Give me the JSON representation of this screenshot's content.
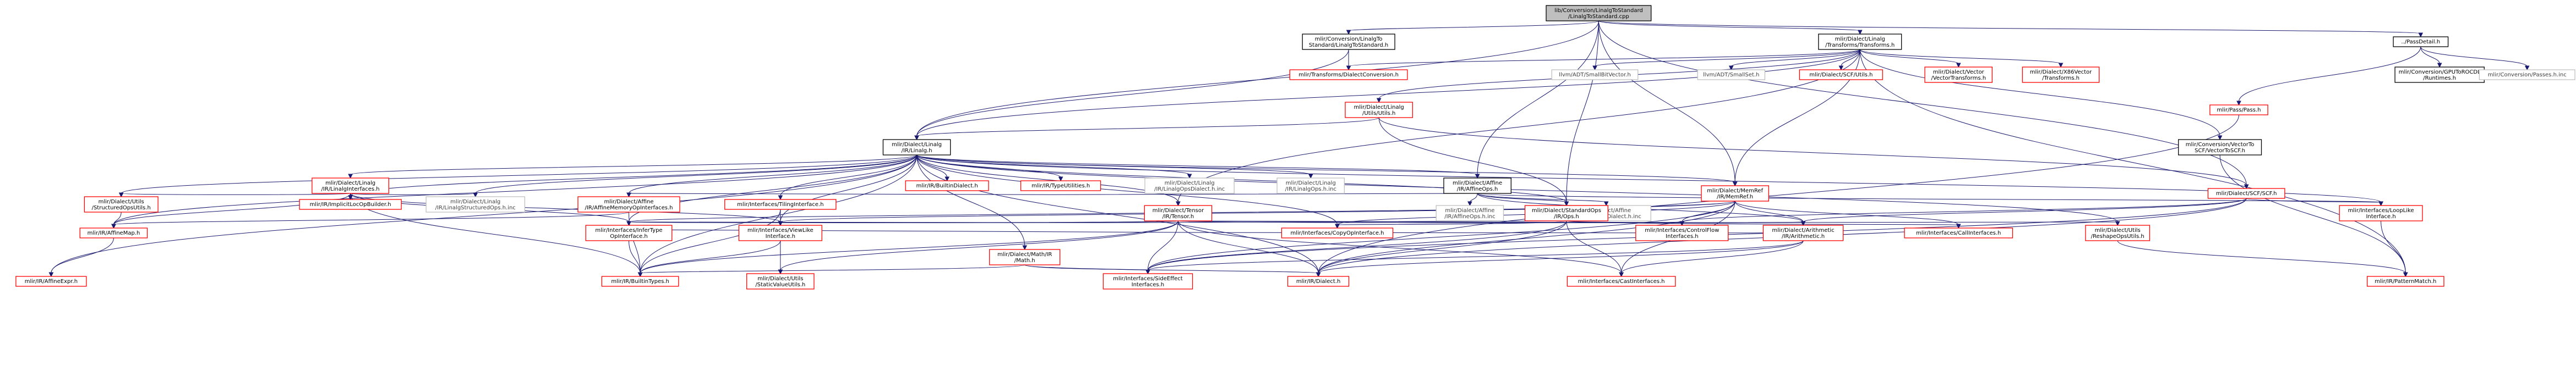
{
  "colors": {
    "root_fill": "#bfbfbf",
    "node_fill": "#ffffff",
    "documented_border": "#000000",
    "undocumented_border": "#ff0000",
    "system_border": "#bfbfbf",
    "documented_text": "#000000",
    "system_text": "#404040",
    "edge": "#191970"
  },
  "nodes": [
    {
      "id": "root",
      "kind": "root",
      "lines": [
        "lib/Conversion/LinalgToStandard",
        "/LinalgToStandard.cpp"
      ]
    },
    {
      "id": "conv_h",
      "kind": "documented",
      "lines": [
        "mlir/Conversion/LinalgTo",
        "Standard/LinalgToStandard.h"
      ]
    },
    {
      "id": "transforms_h",
      "kind": "documented",
      "lines": [
        "mlir/Dialect/Linalg",
        "/Transforms/Transforms.h"
      ]
    },
    {
      "id": "passdetail",
      "kind": "documented",
      "lines": [
        "../PassDetail.h"
      ]
    },
    {
      "id": "dialectconv",
      "kind": "undocumented",
      "lines": [
        "mlir/Transforms/DialectConversion.h"
      ]
    },
    {
      "id": "smallbit",
      "kind": "system",
      "lines": [
        "llvm/ADT/SmallBitVector.h"
      ]
    },
    {
      "id": "smallset",
      "kind": "system",
      "lines": [
        "llvm/ADT/SmallSet.h"
      ]
    },
    {
      "id": "scfutils",
      "kind": "undocumented",
      "lines": [
        "mlir/Dialect/SCF/Utils.h"
      ]
    },
    {
      "id": "vectortransforms",
      "kind": "undocumented",
      "lines": [
        "mlir/Dialect/Vector",
        "/VectorTransforms.h"
      ]
    },
    {
      "id": "x86vector",
      "kind": "undocumented",
      "lines": [
        "mlir/Dialect/X86Vector",
        "/Transforms.h"
      ]
    },
    {
      "id": "gpu_rocdl",
      "kind": "documented",
      "lines": [
        "mlir/Conversion/GPUToROCDL",
        "/Runtimes.h"
      ]
    },
    {
      "id": "convpasses",
      "kind": "system",
      "lines": [
        "mlir/Conversion/Passes.h.inc"
      ]
    },
    {
      "id": "linalgutils",
      "kind": "undocumented",
      "lines": [
        "mlir/Dialect/Linalg",
        "/Utils/Utils.h"
      ]
    },
    {
      "id": "linalg_h",
      "kind": "documented",
      "lines": [
        "mlir/Dialect/Linalg",
        "/IR/Linalg.h"
      ]
    },
    {
      "id": "vectortoscf",
      "kind": "documented",
      "lines": [
        "mlir/Conversion/VectorTo",
        "SCF/VectorToSCF.h"
      ]
    },
    {
      "id": "pass_h",
      "kind": "undocumented",
      "lines": [
        "mlir/Pass/Pass.h"
      ]
    },
    {
      "id": "linalginterfaces",
      "kind": "undocumented",
      "lines": [
        "mlir/Dialect/Linalg",
        "/IR/LinalgInterfaces.h"
      ]
    },
    {
      "id": "builtindialect",
      "kind": "undocumented",
      "lines": [
        "mlir/IR/BuiltinDialect.h"
      ]
    },
    {
      "id": "typeutilities",
      "kind": "undocumented",
      "lines": [
        "mlir/IR/TypeUtilities.h"
      ]
    },
    {
      "id": "linalgopsdialect",
      "kind": "system",
      "lines": [
        "mlir/Dialect/Linalg",
        "/IR/LinalgOpsDialect.h.inc"
      ]
    },
    {
      "id": "linalgops_inc",
      "kind": "system",
      "lines": [
        "mlir/Dialect/Linalg",
        "/IR/LinalgOps.h.inc"
      ]
    },
    {
      "id": "affineops",
      "kind": "documented",
      "lines": [
        "mlir/Dialect/Affine",
        "/IR/AffineOps.h"
      ]
    },
    {
      "id": "memref",
      "kind": "undocumented",
      "lines": [
        "mlir/Dialect/MemRef",
        "/IR/MemRef.h"
      ]
    },
    {
      "id": "scf_h",
      "kind": "undocumented",
      "lines": [
        "mlir/Dialect/SCF/SCF.h"
      ]
    },
    {
      "id": "structuredopsutils",
      "kind": "undocumented",
      "lines": [
        "mlir/Dialect/Utils",
        "/StructuredOpsUtils.h"
      ]
    },
    {
      "id": "implicitloc",
      "kind": "undocumented",
      "lines": [
        "mlir/IR/ImplicitLocOpBuilder.h"
      ]
    },
    {
      "id": "linalgstructured",
      "kind": "system",
      "lines": [
        "mlir/Dialect/Linalg",
        "/IR/LinalgStructuredOps.h.inc"
      ]
    },
    {
      "id": "affinememory",
      "kind": "undocumented",
      "lines": [
        "mlir/Dialect/Affine",
        "/IR/AffineMemoryOpInterfaces.h"
      ]
    },
    {
      "id": "tilinginterface",
      "kind": "undocumented",
      "lines": [
        "mlir/Interfaces/TilingInterface.h"
      ]
    },
    {
      "id": "tensor",
      "kind": "undocumented",
      "lines": [
        "mlir/Dialect/Tensor",
        "/IR/Tensor.h"
      ]
    },
    {
      "id": "affineops_inc",
      "kind": "system",
      "lines": [
        "mlir/Dialect/Affine",
        "/IR/AffineOps.h.inc"
      ]
    },
    {
      "id": "affineopsdialect",
      "kind": "system",
      "lines": [
        "mlir/Dialect/Affine",
        "/IR/AffineOpsDialect.h.inc"
      ]
    },
    {
      "id": "standardops",
      "kind": "undocumented",
      "lines": [
        "mlir/Dialect/StandardOps",
        "/IR/Ops.h"
      ]
    },
    {
      "id": "loopinterface",
      "kind": "undocumented",
      "lines": [
        "mlir/Interfaces/LoopLike",
        "Interface.h"
      ]
    },
    {
      "id": "affinemap",
      "kind": "undocumented",
      "lines": [
        "mlir/IR/AffineMap.h"
      ]
    },
    {
      "id": "infertype",
      "kind": "undocumented",
      "lines": [
        "mlir/Interfaces/InferType",
        "OpInterface.h"
      ]
    },
    {
      "id": "viewlike",
      "kind": "undocumented",
      "lines": [
        "mlir/Interfaces/ViewLike",
        "Interface.h"
      ]
    },
    {
      "id": "copyop",
      "kind": "undocumented",
      "lines": [
        "mlir/Interfaces/CopyOpInterface.h"
      ]
    },
    {
      "id": "controlflow",
      "kind": "undocumented",
      "lines": [
        "mlir/Interfaces/ControlFlow",
        "Interfaces.h"
      ]
    },
    {
      "id": "arithmetic",
      "kind": "undocumented",
      "lines": [
        "mlir/Dialect/Arithmetic",
        "/IR/Arithmetic.h"
      ]
    },
    {
      "id": "callinterfaces",
      "kind": "undocumented",
      "lines": [
        "mlir/Interfaces/CallInterfaces.h"
      ]
    },
    {
      "id": "reshapeops",
      "kind": "undocumented",
      "lines": [
        "mlir/Dialect/Utils",
        "/ReshapeOpsUtils.h"
      ]
    },
    {
      "id": "math",
      "kind": "undocumented",
      "lines": [
        "mlir/Dialect/Math/IR",
        "/Math.h"
      ]
    },
    {
      "id": "affineexpr",
      "kind": "undocumented",
      "lines": [
        "mlir/IR/AffineExpr.h"
      ]
    },
    {
      "id": "builtintypes",
      "kind": "undocumented",
      "lines": [
        "mlir/IR/BuiltinTypes.h"
      ]
    },
    {
      "id": "staticvalue",
      "kind": "undocumented",
      "lines": [
        "mlir/Dialect/Utils",
        "/StaticValueUtils.h"
      ]
    },
    {
      "id": "sideeffect",
      "kind": "undocumented",
      "lines": [
        "mlir/Interfaces/SideEffect",
        "Interfaces.h"
      ]
    },
    {
      "id": "dialect_h",
      "kind": "undocumented",
      "lines": [
        "mlir/IR/Dialect.h"
      ]
    },
    {
      "id": "castinterfaces",
      "kind": "undocumented",
      "lines": [
        "mlir/Interfaces/CastInterfaces.h"
      ]
    },
    {
      "id": "patternmatch",
      "kind": "undocumented",
      "lines": [
        "mlir/IR/PatternMatch.h"
      ]
    }
  ],
  "edges": [
    [
      "root",
      "conv_h"
    ],
    [
      "root",
      "transforms_h"
    ],
    [
      "root",
      "passdetail"
    ],
    [
      "root",
      "linalg_h"
    ],
    [
      "root",
      "affineops"
    ],
    [
      "root",
      "memref"
    ],
    [
      "root",
      "scf_h"
    ],
    [
      "root",
      "standardops"
    ],
    [
      "conv_h",
      "dialectconv"
    ],
    [
      "conv_h",
      "linalg_h"
    ],
    [
      "transforms_h",
      "dialectconv"
    ],
    [
      "transforms_h",
      "smallbit"
    ],
    [
      "transforms_h",
      "smallset"
    ],
    [
      "transforms_h",
      "scfutils"
    ],
    [
      "transforms_h",
      "vectortransforms"
    ],
    [
      "transforms_h",
      "x86vector"
    ],
    [
      "transforms_h",
      "linalgutils"
    ],
    [
      "transforms_h",
      "vectortoscf"
    ],
    [
      "transforms_h",
      "memref"
    ],
    [
      "transforms_h",
      "patternmatch"
    ],
    [
      "transforms_h",
      "tensor"
    ],
    [
      "transforms_h",
      "linalg_h"
    ],
    [
      "passdetail",
      "gpu_rocdl"
    ],
    [
      "passdetail",
      "convpasses"
    ],
    [
      "passdetail",
      "pass_h"
    ],
    [
      "linalgutils",
      "linalg_h"
    ],
    [
      "linalgutils",
      "scf_h"
    ],
    [
      "linalgutils",
      "standardops"
    ],
    [
      "vectortoscf",
      "patternmatch"
    ],
    [
      "pass_h",
      "dialect_h"
    ],
    [
      "linalg_h",
      "linalginterfaces"
    ],
    [
      "linalg_h",
      "builtindialect"
    ],
    [
      "linalg_h",
      "typeutilities"
    ],
    [
      "linalg_h",
      "linalgopsdialect"
    ],
    [
      "linalg_h",
      "linalgops_inc"
    ],
    [
      "linalg_h",
      "affineops"
    ],
    [
      "linalg_h",
      "structuredopsutils"
    ],
    [
      "linalg_h",
      "implicitloc"
    ],
    [
      "linalg_h",
      "linalgstructured"
    ],
    [
      "linalg_h",
      "affinememory"
    ],
    [
      "linalg_h",
      "tilinginterface"
    ],
    [
      "linalg_h",
      "tensor"
    ],
    [
      "linalg_h",
      "affinemap"
    ],
    [
      "linalg_h",
      "infertype"
    ],
    [
      "linalg_h",
      "viewlike"
    ],
    [
      "linalg_h",
      "math"
    ],
    [
      "linalg_h",
      "builtintypes"
    ],
    [
      "linalg_h",
      "affineexpr"
    ],
    [
      "linalg_h",
      "dialect_h"
    ],
    [
      "linalg_h",
      "copyop"
    ],
    [
      "linalg_h",
      "standardops"
    ],
    [
      "linalg_h",
      "memref"
    ],
    [
      "linalg_h",
      "reshapeops"
    ],
    [
      "linalg_h",
      "loopinterface"
    ],
    [
      "linalginterfaces",
      "structuredopsutils"
    ],
    [
      "linalginterfaces",
      "implicitloc"
    ],
    [
      "linalginterfaces",
      "linalgstructured"
    ],
    [
      "linalginterfaces",
      "affinemap"
    ],
    [
      "linalginterfaces",
      "infertype"
    ],
    [
      "linalginterfaces",
      "viewlike"
    ],
    [
      "linalginterfaces",
      "builtintypes"
    ],
    [
      "affineops",
      "affinememory"
    ],
    [
      "affineops",
      "affineops_inc"
    ],
    [
      "affineops",
      "affineopsdialect"
    ],
    [
      "affineops",
      "standardops"
    ],
    [
      "affineops",
      "loopinterface"
    ],
    [
      "affineops",
      "arithmetic"
    ],
    [
      "memref",
      "infertype"
    ],
    [
      "memref",
      "viewlike"
    ],
    [
      "memref",
      "copyop"
    ],
    [
      "memref",
      "controlflow"
    ],
    [
      "memref",
      "arithmetic"
    ],
    [
      "memref",
      "callinterfaces"
    ],
    [
      "memref",
      "sideeffect"
    ],
    [
      "memref",
      "dialect_h"
    ],
    [
      "memref",
      "castinterfaces"
    ],
    [
      "scf_h",
      "loopinterface"
    ],
    [
      "scf_h",
      "controlflow"
    ],
    [
      "scf_h",
      "arithmetic"
    ],
    [
      "scf_h",
      "sideeffect"
    ],
    [
      "scf_h",
      "dialect_h"
    ],
    [
      "standardops",
      "copyop"
    ],
    [
      "standardops",
      "controlflow"
    ],
    [
      "standardops",
      "arithmetic"
    ],
    [
      "standardops",
      "callinterfaces"
    ],
    [
      "standardops",
      "castinterfaces"
    ],
    [
      "standardops",
      "sideeffect"
    ],
    [
      "standardops",
      "dialect_h"
    ],
    [
      "standardops",
      "infertype"
    ],
    [
      "structuredopsutils",
      "affinemap"
    ],
    [
      "affinemap",
      "affineexpr"
    ],
    [
      "affinememory",
      "affinemap"
    ],
    [
      "affinememory",
      "builtintypes"
    ],
    [
      "tilinginterface",
      "builtintypes"
    ],
    [
      "tilinginterface",
      "viewlike"
    ],
    [
      "tensor",
      "infertype"
    ],
    [
      "tensor",
      "viewlike"
    ],
    [
      "tensor",
      "controlflow"
    ],
    [
      "tensor",
      "arithmetic"
    ],
    [
      "tensor",
      "castinterfaces"
    ],
    [
      "tensor",
      "sideeffect"
    ],
    [
      "tensor",
      "dialect_h"
    ],
    [
      "tensor",
      "staticvalue"
    ],
    [
      "tensor",
      "builtintypes"
    ],
    [
      "tensor",
      "reshapeops"
    ],
    [
      "infertype",
      "builtintypes"
    ],
    [
      "viewlike",
      "builtintypes"
    ],
    [
      "viewlike",
      "staticvalue"
    ],
    [
      "arithmetic",
      "infertype"
    ],
    [
      "arithmetic",
      "castinterfaces"
    ],
    [
      "arithmetic",
      "sideeffect"
    ],
    [
      "arithmetic",
      "dialect_h"
    ],
    [
      "math",
      "sideeffect"
    ],
    [
      "math",
      "dialect_h"
    ],
    [
      "math",
      "builtintypes"
    ],
    [
      "reshapeops",
      "patternmatch"
    ],
    [
      "loopinterface",
      "patternmatch"
    ]
  ]
}
